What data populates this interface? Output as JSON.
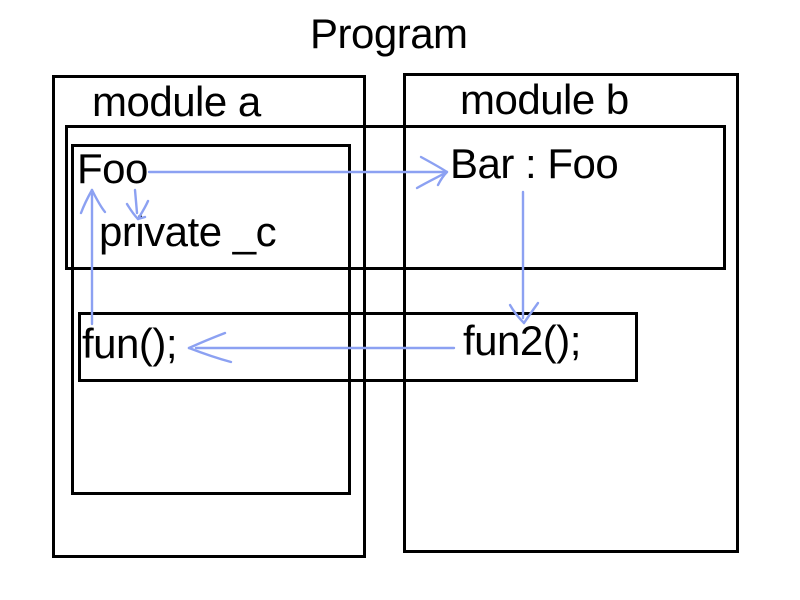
{
  "title": "Program",
  "colors": {
    "background": "#ffffff",
    "line": "#000000",
    "text": "#000000",
    "arrow": "#8ca1f2"
  },
  "modules": [
    {
      "label": "module a"
    },
    {
      "label": "module b"
    }
  ],
  "nodes": {
    "class_foo": "Foo",
    "private_field": "private _c",
    "bar_instance": "Bar : Foo",
    "fun_call": "fun();",
    "fun2_call": "fun2();"
  },
  "arrows": [
    {
      "from": "Foo",
      "to": "Bar : Foo",
      "direction": "right"
    },
    {
      "from": "Foo",
      "to": "private _c",
      "direction": "down"
    },
    {
      "from": "Bar : Foo",
      "to": "fun2();",
      "direction": "down"
    },
    {
      "from": "fun2();",
      "to": "fun();",
      "direction": "left"
    },
    {
      "from": "fun();",
      "to": "Foo",
      "direction": "up"
    }
  ]
}
